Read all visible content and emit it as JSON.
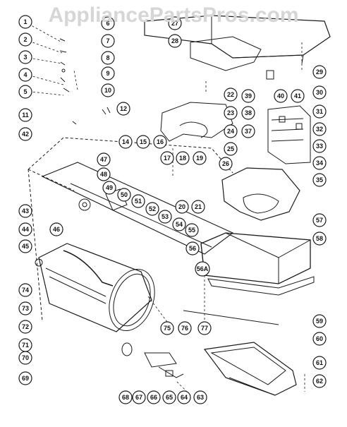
{
  "watermark": "AppliancePartsPros.com",
  "colors": {
    "ink": "#1a1a1a",
    "paper": "#ffffff",
    "shade": "#555555",
    "watermark": "#d6d6d6"
  },
  "callouts": [
    "1",
    "2",
    "3",
    "4",
    "5",
    "6",
    "7",
    "8",
    "9",
    "10",
    "11",
    "12",
    "14",
    "15",
    "16",
    "17",
    "18",
    "19",
    "20",
    "21",
    "22",
    "23",
    "24",
    "25",
    "26",
    "27",
    "28",
    "29",
    "30",
    "31",
    "32",
    "33",
    "34",
    "35",
    "37",
    "38",
    "39",
    "40",
    "41",
    "42",
    "43",
    "44",
    "45",
    "46",
    "47",
    "48",
    "49",
    "50",
    "51",
    "52",
    "53",
    "54",
    "55",
    "56",
    "56A",
    "57",
    "58",
    "59",
    "60",
    "61",
    "62",
    "63",
    "64",
    "65",
    "66",
    "67",
    "68",
    "69",
    "70",
    "71",
    "72",
    "73",
    "74",
    "75",
    "76",
    "77"
  ]
}
